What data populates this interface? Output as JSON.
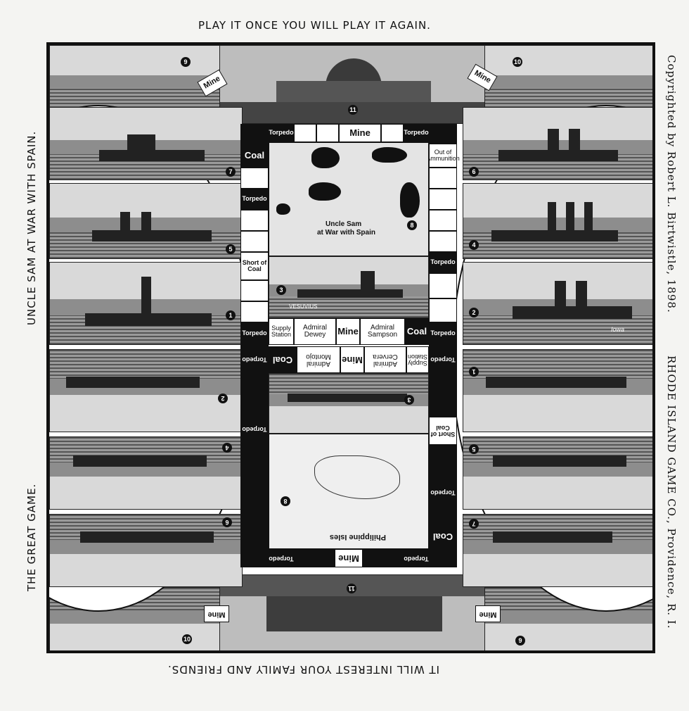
{
  "edges": {
    "top": "PLAY IT ONCE YOU WILL PLAY IT AGAIN.",
    "bottom": "IT WILL INTEREST YOUR FAMILY AND FRIENDS.",
    "left_upper": "UNCLE SAM AT WAR WITH SPAIN.",
    "left_lower": "THE GREAT GAME.",
    "right_upper": "Copyrighted by Robert L. Birtwistle, 1898.",
    "right_lower": "RHODE ISLAND GAME CO., Providence, R. I."
  },
  "board": {
    "top_center_number": "11",
    "bottom_center_number": "11",
    "upper_title_line1": "Uncle Sam",
    "upper_title_line2": "at War with Spain",
    "lower_title": "Philippine Isles",
    "map_number": "8",
    "panel_numbers_left_top": [
      "9",
      "7",
      "5",
      "1"
    ],
    "panel_numbers_right_top": [
      "10",
      "6",
      "4",
      "2"
    ],
    "panel_numbers_left_bottom": [
      "2",
      "4",
      "6",
      "10"
    ],
    "panel_numbers_right_bottom": [
      "1",
      "5",
      "7",
      "9"
    ],
    "center_ship_number_top": "3",
    "center_ship_number_bottom": "3",
    "ship_labels": {
      "vesuvius": "VESUVIUS",
      "iowa": "Iowa"
    },
    "spaces": {
      "mine": "Mine",
      "torpedo": "Torpedo",
      "coal": "Coal",
      "short_of_coal": "Short of Coal",
      "out_of_ammunition": "Out of Ammunition",
      "supply_station": "Supply Station",
      "admiral_dewey": "Admiral Dewey",
      "admiral_sampson": "Admiral Sampson",
      "admiral_cervera": "Admiral Cervera",
      "admiral_montojo": "Admiral Montojo"
    }
  },
  "colors": {
    "ink": "#111111",
    "paper": "#f4f4f2",
    "photo_mid": "#8d8d8d"
  }
}
